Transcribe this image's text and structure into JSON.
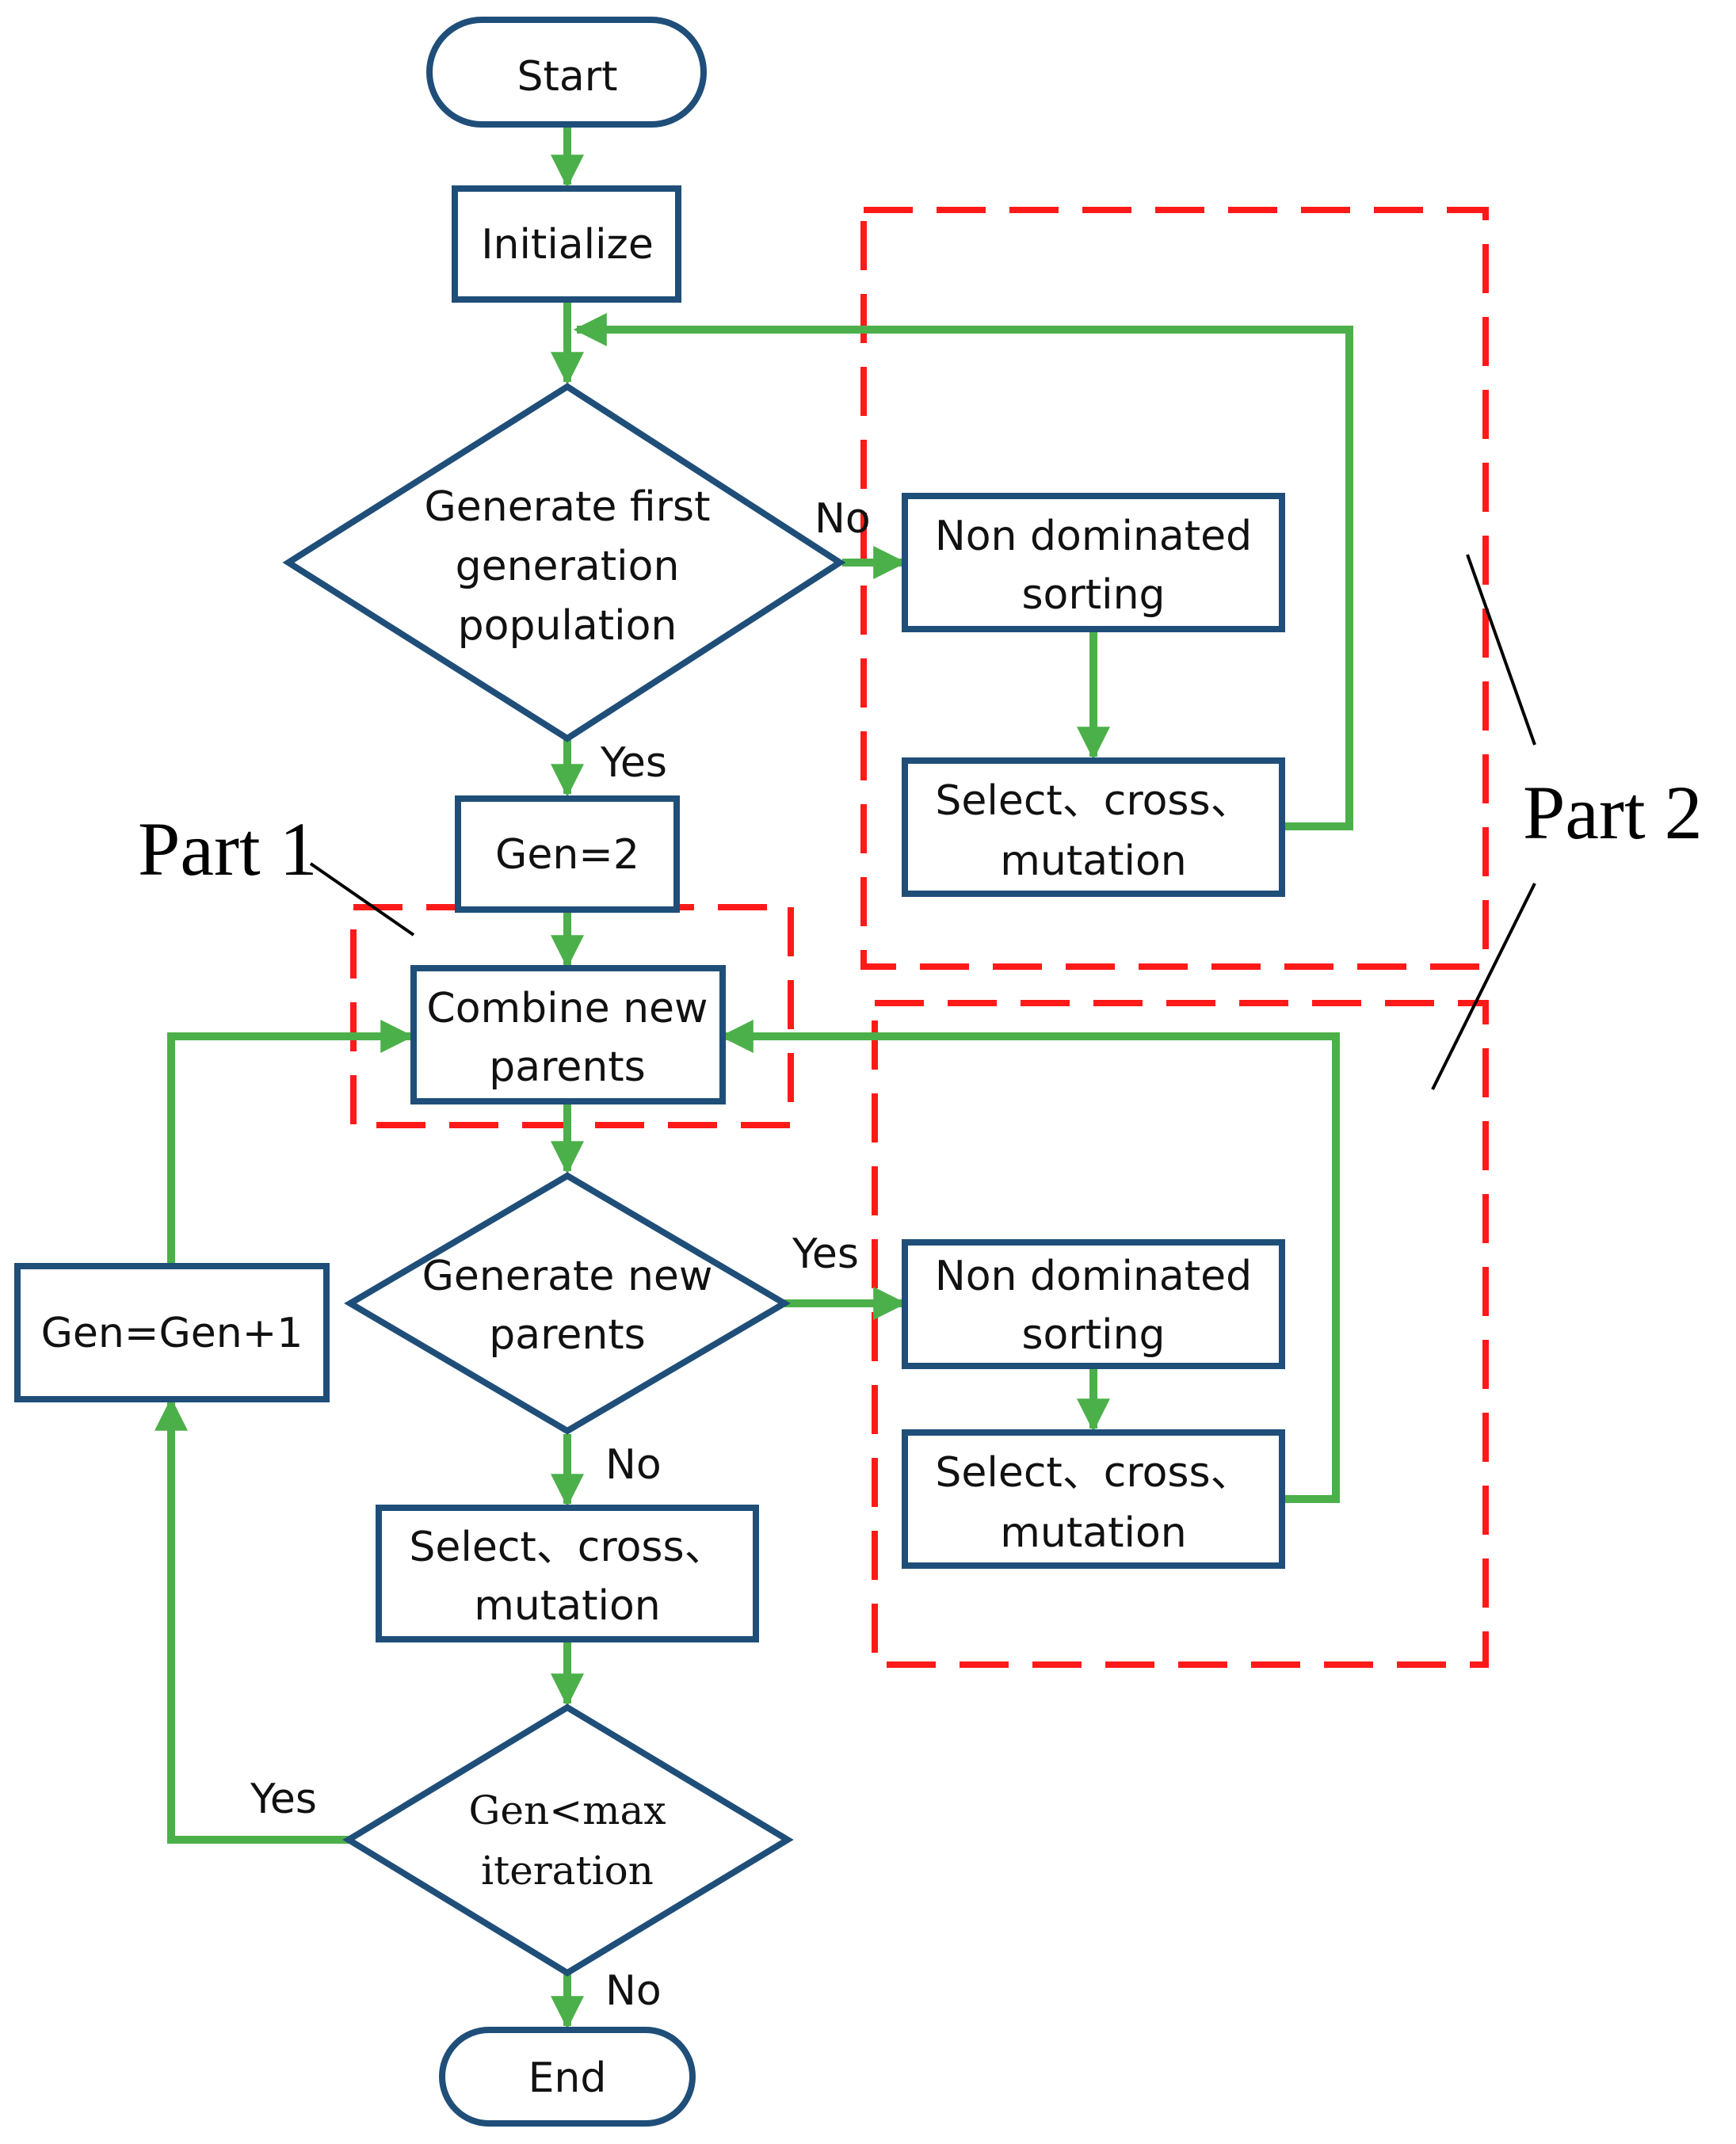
{
  "colors": {
    "node_border": "#1f4e79",
    "arrow": "#4cb04a",
    "dashed_region": "#ff1a1a",
    "pointer_line": "#000000"
  },
  "nodes": {
    "start": "Start",
    "initialize": "Initialize",
    "generate_first": [
      "Generate first",
      "generation",
      "population"
    ],
    "nds_top": [
      "Non dominated",
      "sorting"
    ],
    "scm_top": [
      "Select、cross、",
      "mutation"
    ],
    "gen2": "Gen=2",
    "combine": [
      "Combine new",
      "parents"
    ],
    "generate_new": [
      "Generate new",
      "parents"
    ],
    "nds_bottom": [
      "Non dominated",
      "sorting"
    ],
    "scm_bottom": [
      "Select、cross、",
      "mutation"
    ],
    "gen_inc": "Gen=Gen+1",
    "scm_main": [
      "Select、cross、",
      "mutation"
    ],
    "gen_check": [
      "Gen<max",
      "iteration"
    ],
    "end": "End"
  },
  "edge_labels": {
    "first_no": "No",
    "first_yes": "Yes",
    "new_yes": "Yes",
    "new_no": "No",
    "check_yes": "Yes",
    "check_no": "No"
  },
  "regions": {
    "part1": "Part 1",
    "part2": "Part 2"
  }
}
